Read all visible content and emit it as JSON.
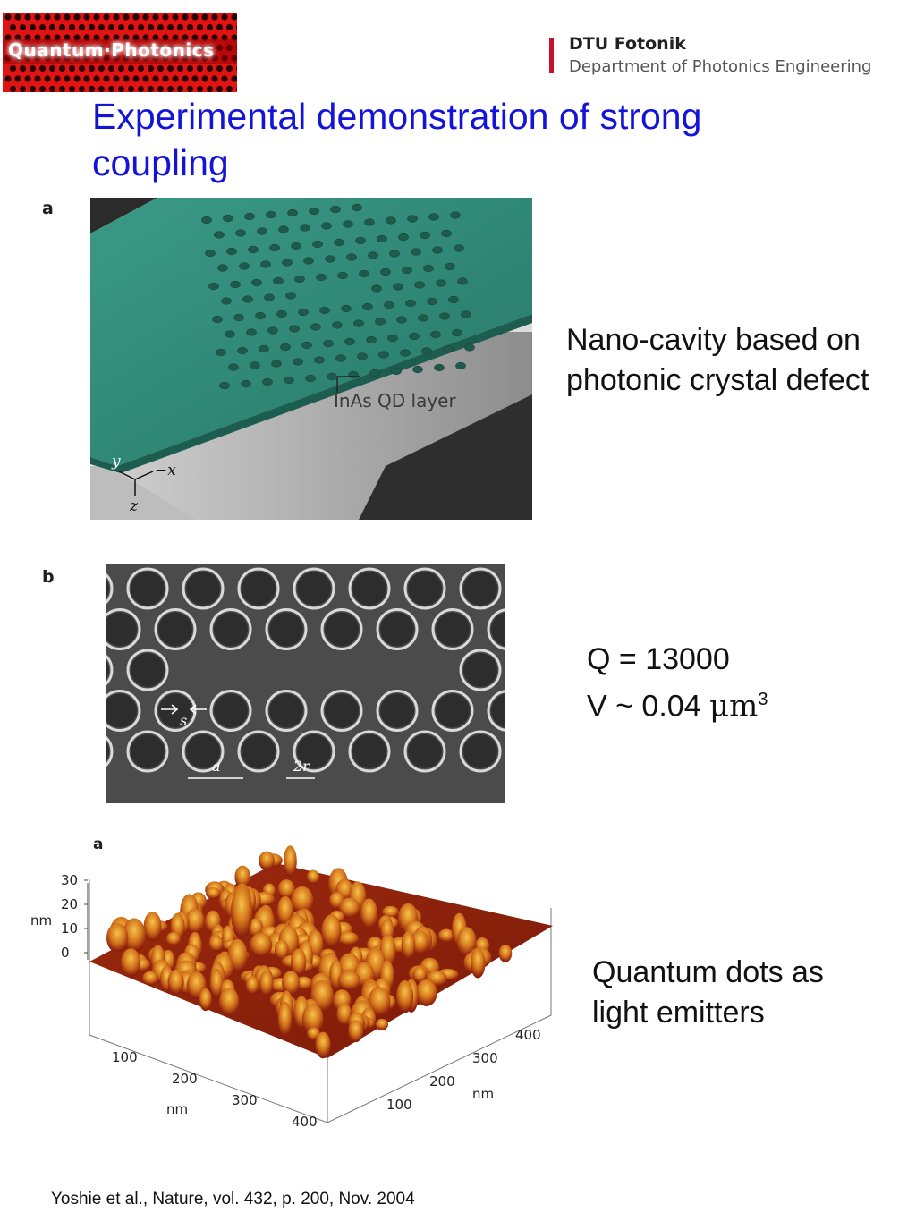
{
  "header": {
    "logo_text": "Quantum·Photonics",
    "dtu_name": "DTU Fotonik",
    "dtu_department": "Department of Photonics Engineering"
  },
  "slide": {
    "title": "Experimental demonstration of strong coupling"
  },
  "figures": {
    "panel_a": {
      "letter": "a",
      "layer_label": "InAs QD layer",
      "axis_y": "y",
      "axis_x": "−x",
      "axis_z": "z"
    },
    "panel_b": {
      "letter": "b",
      "label_s": "s",
      "label_a": "a",
      "label_2r": "2r"
    },
    "panel_c": {
      "letter": "a",
      "z_ticks": [
        "30",
        "20",
        "10",
        "0"
      ],
      "z_unit": "nm",
      "x_ticks": [
        "100",
        "200",
        "300",
        "400"
      ],
      "x_unit": "nm",
      "y_ticks": [
        "100",
        "200",
        "300",
        "400"
      ],
      "y_unit": "nm"
    }
  },
  "notes": {
    "nano_cavity_line1": "Nano-cavity based on",
    "nano_cavity_line2": "photonic crystal defect",
    "q_value": "Q = 13000",
    "v_prefix": "V ~ 0.04 ",
    "v_unit": "μm",
    "v_exp": "3",
    "qd_line1": "Quantum dots as",
    "qd_line2": "light emitters"
  },
  "citation": "Yoshie et al., Nature, vol. 432, p. 200, Nov. 2004",
  "colors": {
    "title_blue": "#1414d8",
    "logo_red": "#e11414",
    "dtu_red": "#c8102e",
    "slab_green": "#2f8a78",
    "afm_brown": "#8c1e0c",
    "afm_gold": "#e8a51e"
  }
}
